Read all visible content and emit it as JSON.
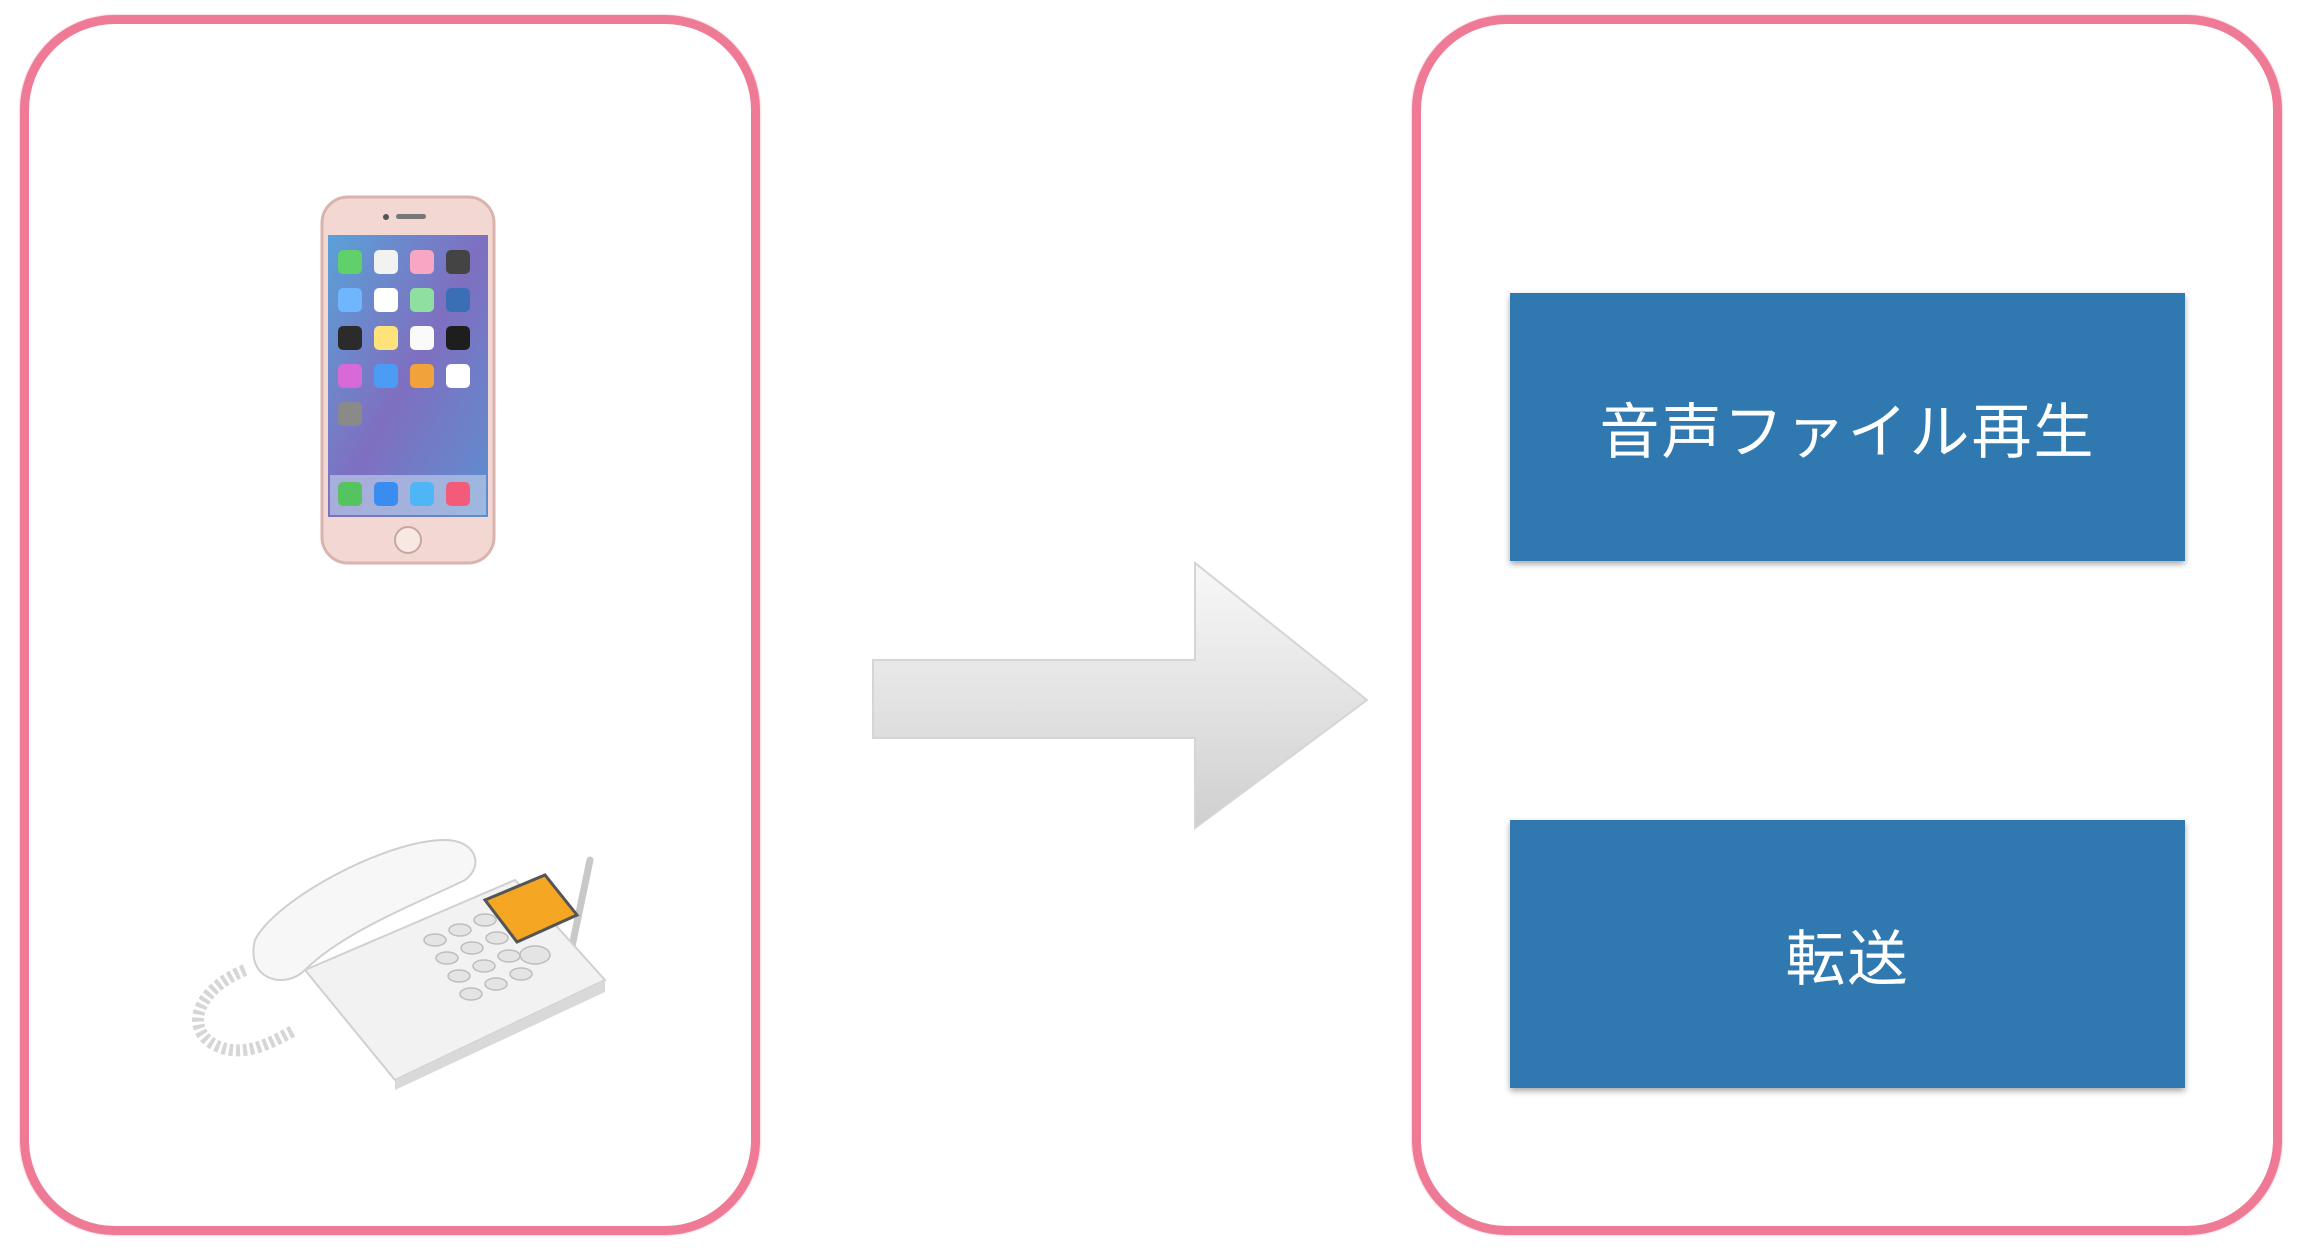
{
  "input_devices": [
    {
      "name": "smartphone",
      "icon": "smartphone-icon"
    },
    {
      "name": "desk-phone",
      "icon": "desk-telephone-icon"
    }
  ],
  "connector": {
    "icon": "right-arrow-icon"
  },
  "actions": [
    {
      "label": "音声ファイル再生"
    },
    {
      "label": "転送"
    }
  ],
  "colors": {
    "panel_border": "#ee7a95",
    "action_box": "#2f79b0",
    "action_text": "#ffffff"
  }
}
